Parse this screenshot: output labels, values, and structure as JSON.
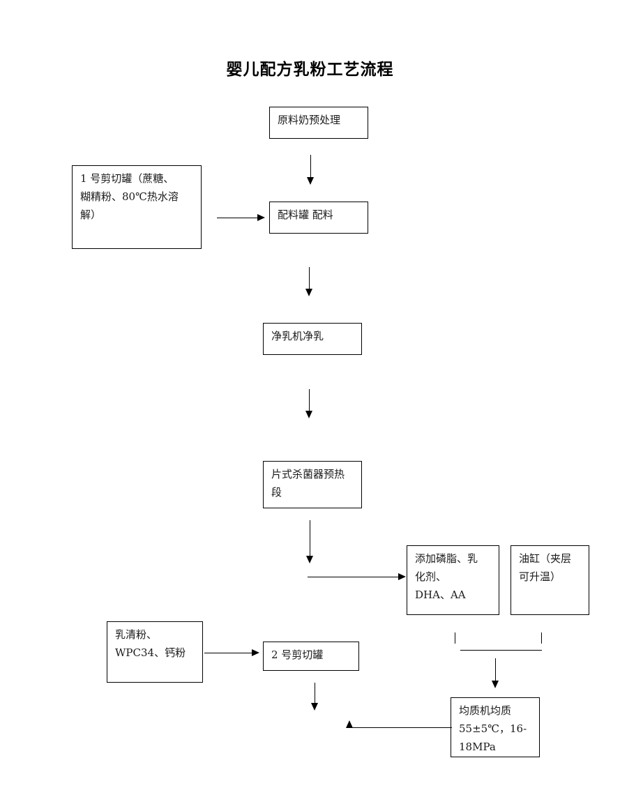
{
  "document": {
    "title": "婴儿配方乳粉工艺流程"
  },
  "nodes": [
    {
      "id": "raw-milk-pretreatment",
      "label": "原料奶预处理"
    },
    {
      "id": "shear-tank-1",
      "label": "1 号剪切罐（蔗糖、\n糊精粉、80℃热水溶\n解）"
    },
    {
      "id": "batching-tank",
      "label": "配料罐 配料"
    },
    {
      "id": "milk-clarifier",
      "label": "净乳机净乳"
    },
    {
      "id": "plate-sterilizer-preheat",
      "label": "片式杀菌器预热\n段"
    },
    {
      "id": "add-phospholipid",
      "label": "添加磷脂、乳\n化剂、\nDHA、AA"
    },
    {
      "id": "oil-tank",
      "label": "油缸（夹层\n可升温）"
    },
    {
      "id": "whey-powder",
      "label": "乳清粉、\nWPC34、钙粉"
    },
    {
      "id": "shear-tank-2",
      "label": "2 号剪切罐"
    },
    {
      "id": "homogenizer",
      "label": "均质机均质\n55±5℃，16-\n18MPa"
    }
  ],
  "colors": {
    "line": "#000000",
    "box_border": "#000000",
    "text": "#1a1a1a",
    "background": "#ffffff"
  }
}
